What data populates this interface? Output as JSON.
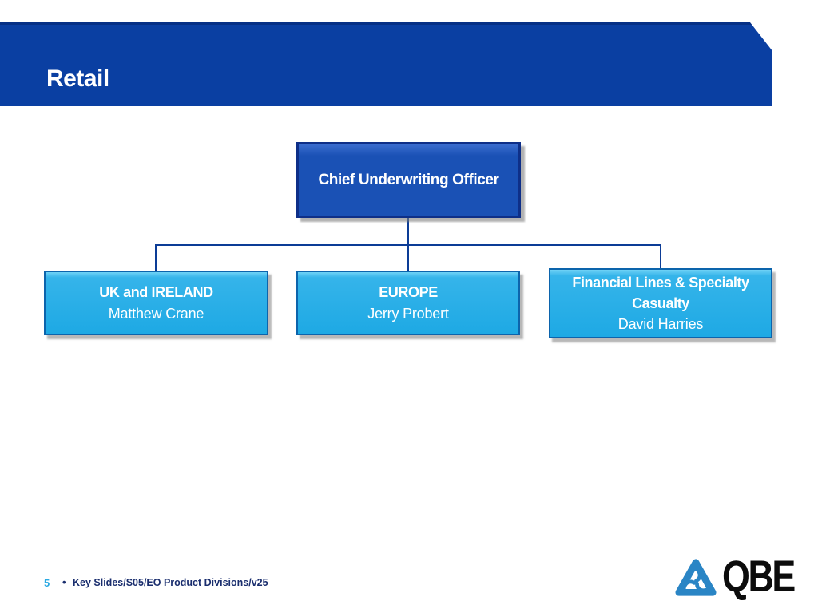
{
  "colors": {
    "banner_blue": "#0a3fa2",
    "root_box_fill": "#1a51b5",
    "root_box_border": "#0e2f88",
    "child_box_fill": "#1ea9e4",
    "child_box_border": "#0c64ac",
    "connector_blue": "#0c3c96",
    "footer_page_blue": "#2aa9e2",
    "footer_text_navy": "#1a2e6e",
    "emblem_blue": "#2a85c5",
    "logo_text_black": "#0c0c0c"
  },
  "header": {
    "title": "Retail"
  },
  "org_chart": {
    "root": {
      "title": "Chief Underwriting Officer"
    },
    "children": [
      {
        "title": "UK and IRELAND",
        "name": "Matthew Crane"
      },
      {
        "title": "EUROPE",
        "name": "Jerry Probert"
      },
      {
        "title": "Financial Lines & Specialty Casualty",
        "name": "David Harries"
      }
    ]
  },
  "footer": {
    "page_number": "5",
    "bullet": "•",
    "label": "Key Slides/S05/EO Product Divisions/v25"
  },
  "logo": {
    "text": "QBE",
    "emblem": "qbe-trefoil-emblem"
  }
}
